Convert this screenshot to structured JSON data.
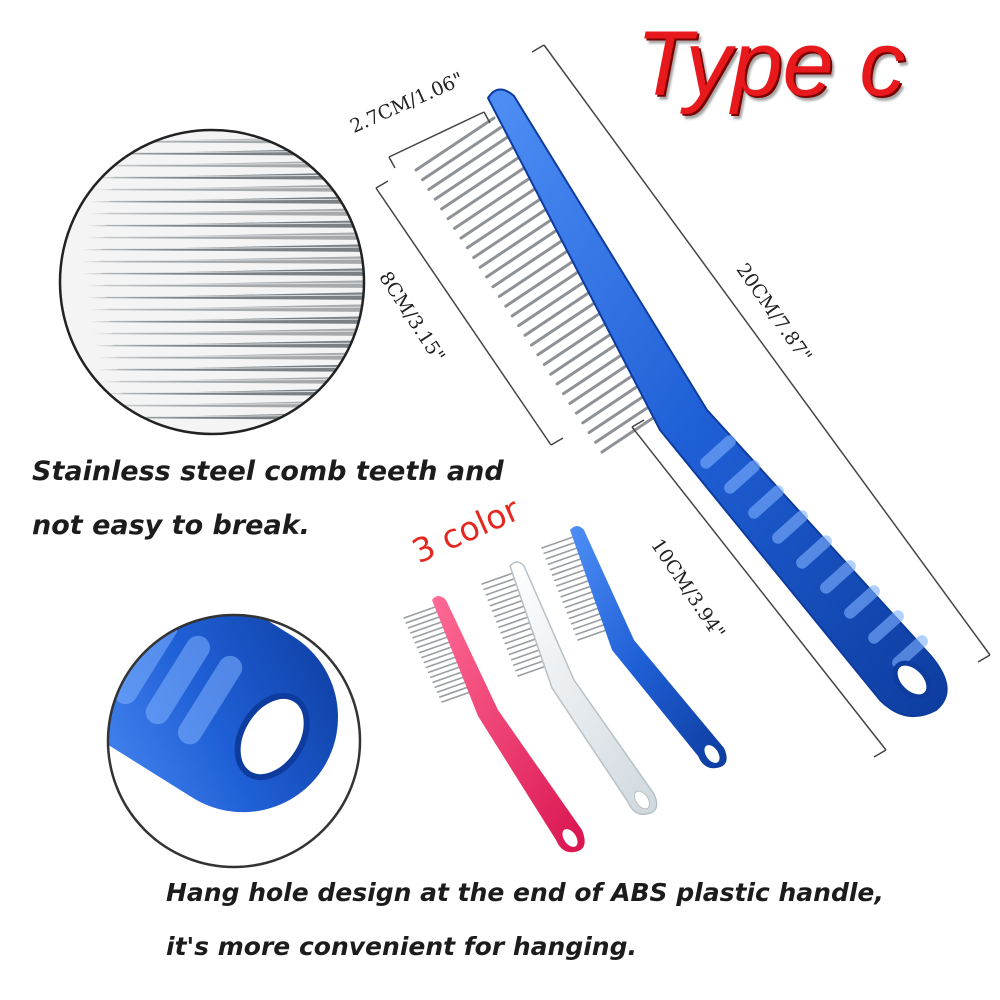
{
  "title": "Type c",
  "dimensions": {
    "teeth_width": "2.7CM/1.06\"",
    "teeth_length": "8CM/3.15\"",
    "total_length": "20CM/7.87\"",
    "handle_length": "10CM/3.94\""
  },
  "captions": {
    "teeth_line1": "Stainless steel comb teeth and",
    "teeth_line2": "not easy to break.",
    "handle_line1": "Hang hole design at the end of  ABS plastic handle,",
    "handle_line2": "it's more convenient for hanging."
  },
  "color_note": "3 color",
  "colors": {
    "title_red": "#e8191c",
    "handle_blue": "#1f5fd6",
    "handle_pink": "#f0306a",
    "handle_clear": "#e8eef2",
    "steel": "#8e9296"
  }
}
